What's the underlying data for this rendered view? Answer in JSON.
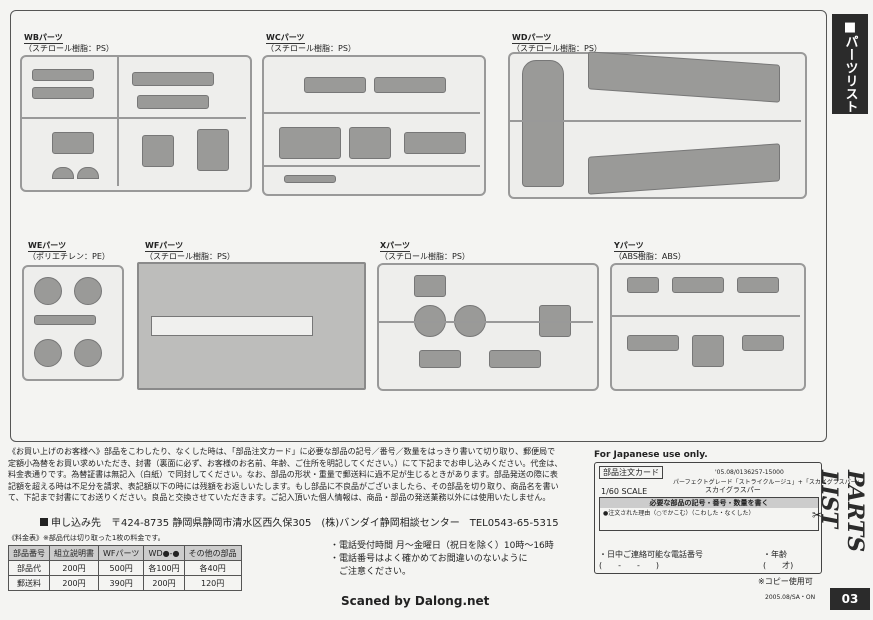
{
  "side": {
    "tab_jp": "■パーツリスト",
    "tab_en": "PARTS LIST",
    "page_number": "03"
  },
  "parts": {
    "wb": {
      "name": "WBパーツ",
      "material": "（スチロール樹脂：PS）"
    },
    "wc": {
      "name": "WCパーツ",
      "material": "（スチロール樹脂：PS）"
    },
    "wd": {
      "name": "WDパーツ",
      "material": "（スチロール樹脂：PS）"
    },
    "we": {
      "name": "WEパーツ",
      "material": "（ポリエチレン：PE）"
    },
    "wf": {
      "name": "WFパーツ",
      "material": "（スチロール樹脂：PS）"
    },
    "x": {
      "name": "Xパーツ",
      "material": "（スチロール樹脂：PS）"
    },
    "y": {
      "name": "Yパーツ",
      "material": "（ABS樹脂：ABS）"
    }
  },
  "notice": {
    "line1": "《お買い上げのお客様へ》部品をこわしたり、なくした時は、「部品注文カード」に必要な部品の記号／番号／数量をはっきり書いて切り取り、郵便局で",
    "line2": "定額小為替をお買い求めいただき、封書（裏面に必ず、お客様のお名前、年齢、ご住所を明記してください。）にて下記までお申し込みください。代金は、",
    "line3": "料金表通りです。為替証書は無記入（白紙）で同封してください。なお、部品の形状・重量で郵送料に過不足が生じるときがあります。部品発送の際に表",
    "line4": "記額を超える時は不足分を請求、表記額以下の時には残額をお返しいたします。もし部品に不良品がございましたら、その部品を切り取り、商品名を書い",
    "line5": "て、下記まで封書にてお送りください。良品と交換させていただきます。ご記入頂いた個人情報は、商品・部品の発送業務以外には使用いたしません。"
  },
  "contact": {
    "label": "申し込み先",
    "address": "〒424-8735 静岡県静岡市清水区西久保305　(株)バンダイ静岡相談センター　TEL0543-65-5315"
  },
  "fee_table": {
    "caption": "《料金表》※部品代は切り取った1枚の料金です。",
    "rows": [
      [
        "部品番号",
        "組立説明書",
        "WFパーツ",
        "WD●-●",
        "その他の部品"
      ],
      [
        "部品代",
        "200円",
        "500円",
        "各100円",
        "各40円"
      ],
      [
        "郵送料",
        "200円",
        "390円",
        "200円",
        "120円"
      ]
    ]
  },
  "hours": {
    "line1": "・電話受付時間 月～金曜日（祝日を除く）10時～16時",
    "line2": "・電話番号はよく確かめてお間違いのないように",
    "line3": "　ご注意ください。"
  },
  "order_card": {
    "japanese_only": "For Japanese use only.",
    "title": "部品注文カード",
    "product_code": "'05.08/0136257-15000",
    "product_name": "パーフェクトグレード「ストライクルージュ」+「スカイグラスパー」",
    "product_sub": "スカイグラスパー",
    "scale": "1/60 SCALE",
    "required": "必要な部品の記号・番号・数量を書く",
    "reason": "●注文された理由（○でかこむ）（こわした・なくした）",
    "phone_label": "・日中ご連絡可能な電話番号",
    "age_label": "・年齢",
    "phone_format": "(　　-　　-　　)",
    "age_format": "(　　才)",
    "copy_ok": "※コピー使用可"
  },
  "footer": {
    "scan_credit": "Scaned by Dalong.net",
    "date_code": "2005.08/SA・ON"
  }
}
